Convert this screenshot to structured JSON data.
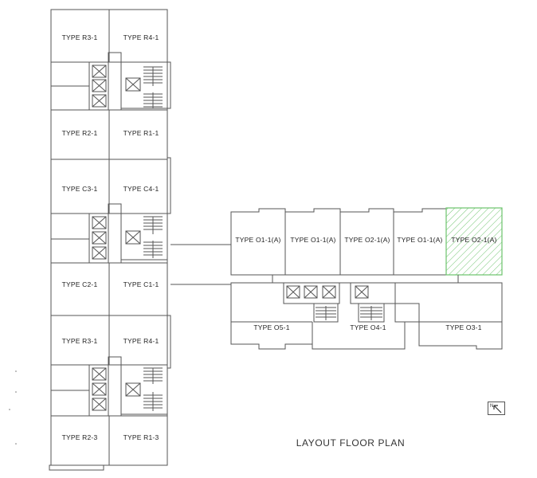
{
  "plan_title": "LAYOUT FLOOR PLAN",
  "north_symbol": "N",
  "highlight_color": "#6cc36c",
  "units": {
    "r3_1_top": "TYPE R3-1",
    "r4_1_top": "TYPE R4-1",
    "r2_1": "TYPE R2-1",
    "r1_1": "TYPE R1-1",
    "c3_1": "TYPE C3-1",
    "c4_1": "TYPE C4-1",
    "c2_1": "TYPE  C2-1",
    "c1_1": "TYPE C1-1",
    "r3_1_bottom": "TYPE R3-1",
    "r4_1_bottom": "TYPE R4-1",
    "r2_3": "TYPE R2-3",
    "r1_3": "TYPE R1-3",
    "o1_1a_1": "TYPE O1-1(A)",
    "o1_1a_2": "TYPE O1-1(A)",
    "o2_1a_1": "TYPE O2-1(A)",
    "o1_1a_3": "TYPE O1-1(A)",
    "o2_1a_2": "TYPE O2-1(A)",
    "o5_1": "TYPE O5-1",
    "o4_1": "TYPE O4-1",
    "o3_1": "TYPE O3-1"
  }
}
